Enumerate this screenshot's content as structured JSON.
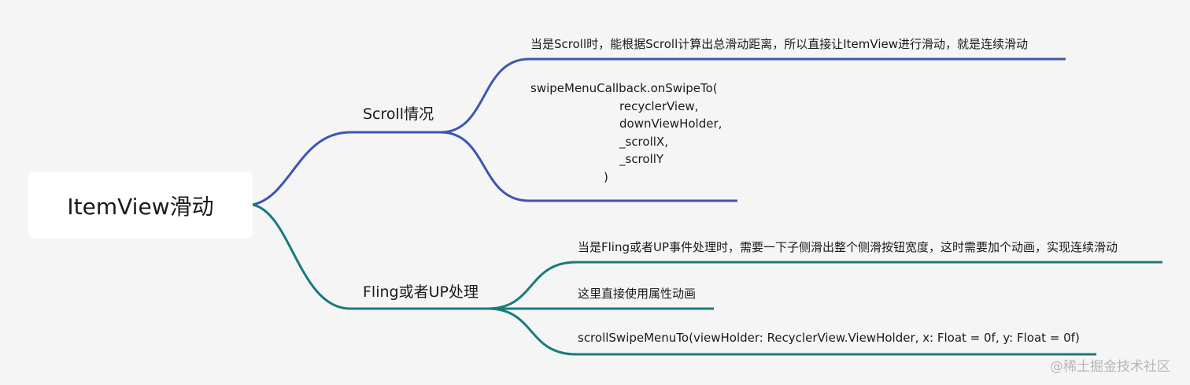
{
  "root": {
    "label": "ItemView滑动"
  },
  "branches": [
    {
      "label": "Scroll情况",
      "color": "#4055b0",
      "leaves": [
        {
          "lines": [
            "当是Scroll时，能根据Scroll计算出总滑动距离，所以直接让ItemView进行滑动，就是连续滑动"
          ]
        },
        {
          "lines": [
            "swipeMenuCallback.onSwipeTo(",
            "recyclerView,",
            "downViewHolder,",
            "_scrollX,",
            "_scrollY",
            ")"
          ]
        }
      ]
    },
    {
      "label": "Fling或者UP处理",
      "color": "#1a7a7a",
      "leaves": [
        {
          "lines": [
            "当是Fling或者UP事件处理时，需要一下子侧滑出整个侧滑按钮宽度，这时需要加个动画，实现连续滑动"
          ]
        },
        {
          "lines": [
            "这里直接使用属性动画"
          ]
        },
        {
          "lines": [
            "scrollSwipeMenuTo(viewHolder: RecyclerView.ViewHolder, x: Float = 0f, y: Float = 0f)"
          ]
        }
      ]
    }
  ],
  "watermark": "@稀土掘金技术社区"
}
